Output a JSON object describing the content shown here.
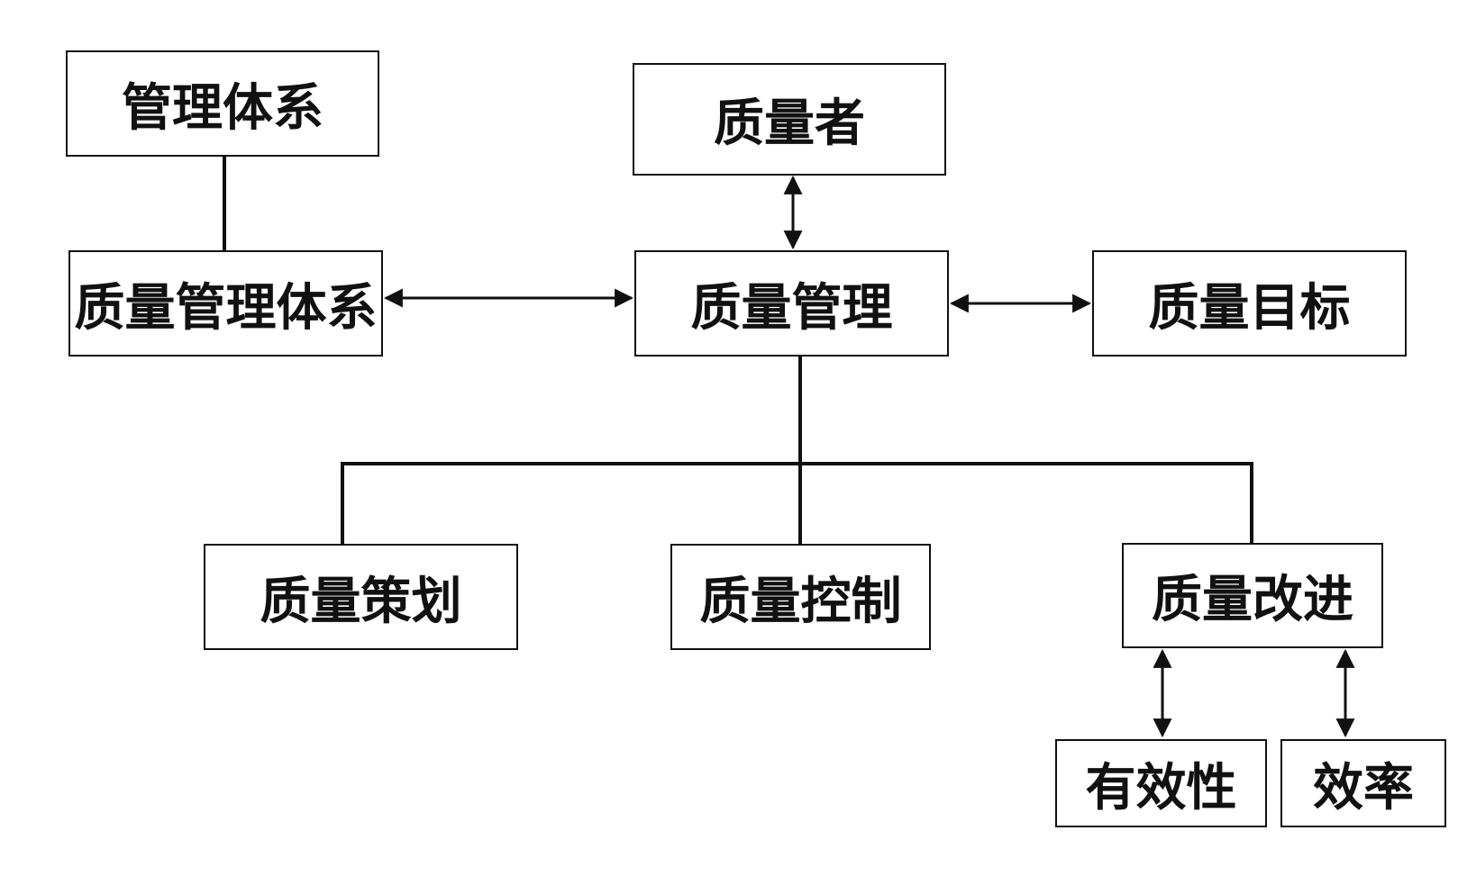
{
  "nodes": {
    "management_system": "管理体系",
    "quality_person": "质量者",
    "quality_management_system": "质量管理体系",
    "quality_management": "质量管理",
    "quality_objective": "质量目标",
    "quality_planning": "质量策划",
    "quality_control": "质量控制",
    "quality_improvement": "质量改进",
    "effectiveness": "有效性",
    "efficiency": "效率"
  },
  "colors": {
    "line": "#111111",
    "background": "#ffffff"
  }
}
